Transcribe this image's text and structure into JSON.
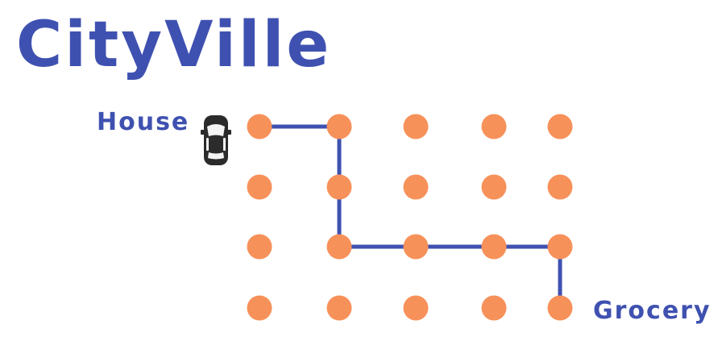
{
  "title": "CityVille",
  "labels": {
    "start": "House",
    "end": "Grocery"
  },
  "colors": {
    "accent": "#3f51b0",
    "node": "#f7915a",
    "car_body": "#2b2b2b",
    "car_glass": "#f4f4f4"
  },
  "icons": {
    "start": "car-icon"
  },
  "grid": {
    "rows": 4,
    "cols": 5
  },
  "route": [
    [
      0,
      0
    ],
    [
      0,
      1
    ],
    [
      1,
      1
    ],
    [
      2,
      1
    ],
    [
      2,
      2
    ],
    [
      2,
      3
    ],
    [
      2,
      4
    ],
    [
      3,
      4
    ]
  ]
}
